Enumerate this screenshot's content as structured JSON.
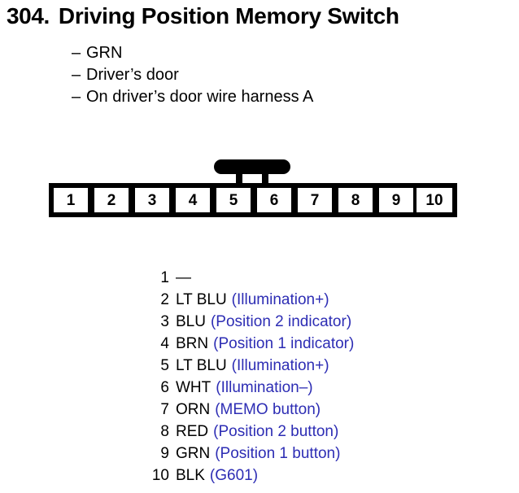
{
  "header": {
    "number": "304.",
    "title": "Driving Position Memory Switch"
  },
  "bullets": [
    {
      "dash": "–",
      "text": "GRN"
    },
    {
      "dash": "–",
      "text": "Driver’s door"
    },
    {
      "dash": "–",
      "text": "On driver’s door wire harness A"
    }
  ],
  "connector": {
    "pin_count": 10,
    "pins": [
      "1",
      "2",
      "3",
      "4",
      "5",
      "6",
      "7",
      "8",
      "9",
      "10"
    ],
    "has_locking_tab": true,
    "tab_position": "top-center-between-pin-5-and-6",
    "body_color": "#ffffff",
    "outline_color": "#000000"
  },
  "legend": {
    "rows": [
      {
        "pin": "1",
        "color": "—",
        "desc": ""
      },
      {
        "pin": "2",
        "color": "LT BLU",
        "desc": "(Illumination+)"
      },
      {
        "pin": "3",
        "color": "BLU",
        "desc": "(Position 2 indicator)"
      },
      {
        "pin": "4",
        "color": "BRN",
        "desc": "(Position 1 indicator)"
      },
      {
        "pin": "5",
        "color": "LT BLU",
        "desc": "(Illumination+)"
      },
      {
        "pin": "6",
        "color": "WHT",
        "desc": "(Illumination–)"
      },
      {
        "pin": "7",
        "color": "ORN",
        "desc": "(MEMO button)"
      },
      {
        "pin": "8",
        "color": "RED",
        "desc": "(Position 2 button)"
      },
      {
        "pin": "9",
        "color": "GRN",
        "desc": "(Position 1 button)"
      },
      {
        "pin": "10",
        "color": "BLK",
        "desc": "(G601)"
      }
    ]
  },
  "colors": {
    "text": "#000000",
    "annotation": "#2d2db4",
    "background": "#ffffff"
  }
}
